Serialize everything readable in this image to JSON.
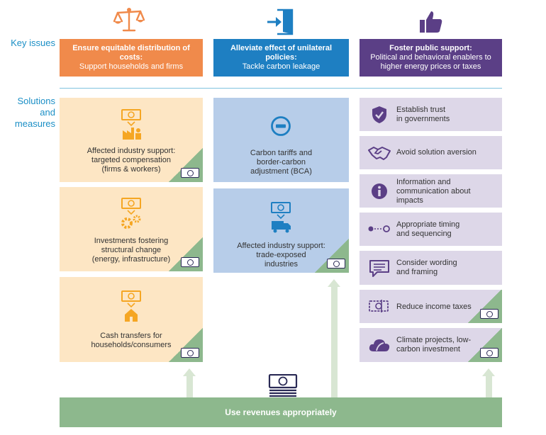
{
  "labels": {
    "key_issues": "Key issues",
    "solutions_line1": "Solutions",
    "solutions_line2": "and",
    "solutions_line3": "measures"
  },
  "headers": [
    {
      "title": "Ensure equitable distribution of costs:",
      "subtitle": "Support households and firms",
      "color": "#f08a4b"
    },
    {
      "title": "Alleviate effect of unilateral policies:",
      "subtitle": "Tackle carbon leakage",
      "color": "#1e7fc2"
    },
    {
      "title": "Foster public support:",
      "subtitle": "Political and behavioral enablers to higher energy prices or taxes",
      "color": "#5b3f86"
    }
  ],
  "left_cards": [
    {
      "line1": "Affected industry support:",
      "line2": "targeted compensation",
      "line3": "(firms & workers)"
    },
    {
      "line1": "Investments fostering",
      "line2": "structural change",
      "line3": "(energy, infrastructure)"
    },
    {
      "line1": "Cash transfers for",
      "line2": "households/consumers"
    }
  ],
  "middle_cards": [
    {
      "line1": "Carbon tariffs and",
      "line2": "border-carbon",
      "line3": "adjustment (BCA)"
    },
    {
      "line1": "Affected industry support:",
      "line2": "trade-exposed",
      "line3": "industries"
    }
  ],
  "right_cards": [
    {
      "line1": "Establish trust",
      "line2": "in governments",
      "icon": "shield-check-icon"
    },
    {
      "line1": "Avoid solution aversion",
      "icon": "handshake-icon"
    },
    {
      "line1": "Information and",
      "line2": "communication about",
      "line3": "impacts",
      "icon": "info-icon"
    },
    {
      "line1": "Appropriate timing",
      "line2": "and sequencing",
      "icon": "timeline-icon"
    },
    {
      "line1": "Consider wording",
      "line2": "and framing",
      "icon": "speech-bubble-icon"
    },
    {
      "line1": "Reduce income taxes",
      "icon": "money-split-icon"
    },
    {
      "line1": "Climate projects, low-",
      "line2": "carbon investment",
      "icon": "cloud-leaf-icon"
    }
  ],
  "footer": {
    "label": "Use revenues appropriately",
    "color": "#8db88d"
  },
  "colors": {
    "accent": "#1b8fc6",
    "orange_card": "#fde6c4",
    "blue_card": "#b7cde9",
    "purple_card": "#ddd7e8",
    "green": "#8db88d"
  }
}
